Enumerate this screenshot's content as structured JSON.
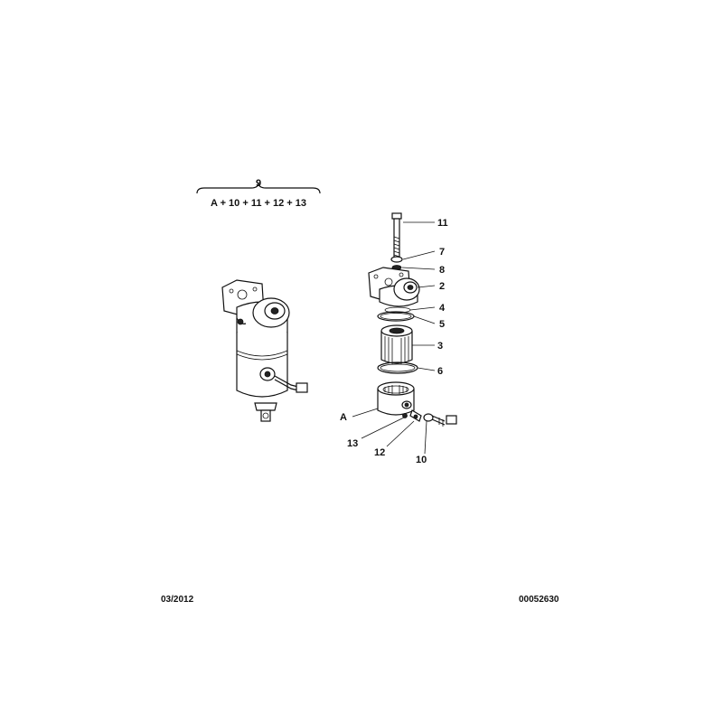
{
  "kit": {
    "number": "9",
    "contents": "A + 10 + 11 + 12 + 13"
  },
  "callouts": {
    "c11": "11",
    "c7": "7",
    "c8": "8",
    "c2": "2",
    "c4": "4",
    "c5": "5",
    "c3": "3",
    "c6": "6",
    "cA": "A",
    "c13": "13",
    "c12": "12",
    "c10": "10"
  },
  "footer": {
    "date": "03/2012",
    "reference": "00052630"
  }
}
